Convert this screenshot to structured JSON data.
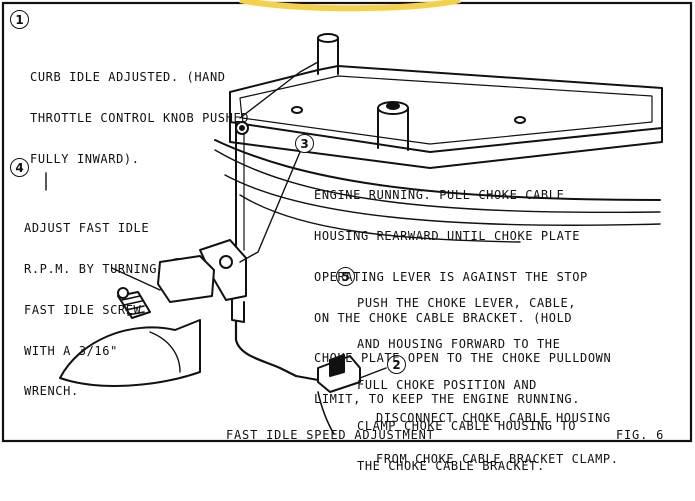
{
  "callouts": [
    {
      "number": "1",
      "lines": [
        "CURB IDLE ADJUSTED. (HAND",
        "THROTTLE CONTROL KNOB PUSHED",
        "FULLY INWARD)."
      ]
    },
    {
      "number": "2",
      "lines": [
        "DISCONNECT CHOKE CABLE HOUSING",
        "FROM CHOKE CABLE BRACKET CLAMP."
      ]
    },
    {
      "number": "3",
      "lines": [
        "ENGINE RUNNING. PULL CHOKE CABLE",
        "HOUSING REARWARD UNTIL CHOKE PLATE",
        "OPERATING LEVER IS AGAINST THE STOP",
        "ON THE CHOKE CABLE BRACKET. (HOLD",
        "CHOKE PLATE OPEN TO THE CHOKE PULLDOWN",
        "LIMIT, TO KEEP THE ENGINE RUNNING."
      ]
    },
    {
      "number": "4",
      "lines": [
        "ADJUST FAST IDLE",
        "R.P.M. BY TURNING",
        "FAST IDLE SCREW",
        "WITH A 3/16\"",
        "WRENCH."
      ]
    },
    {
      "number": "5",
      "lines": [
        "PUSH THE CHOKE LEVER, CABLE,",
        "AND HOUSING FORWARD TO THE",
        "FULL CHOKE POSITION AND",
        "CLAMP CHOKE CABLE HOUSING TO",
        "THE CHOKE CABLE BRACKET."
      ]
    }
  ],
  "caption": "FAST IDLE SPEED ADJUSTMENT",
  "figure_label": "FIG. 6",
  "colors": {
    "ink": "#111111",
    "paper": "#ffffff"
  }
}
